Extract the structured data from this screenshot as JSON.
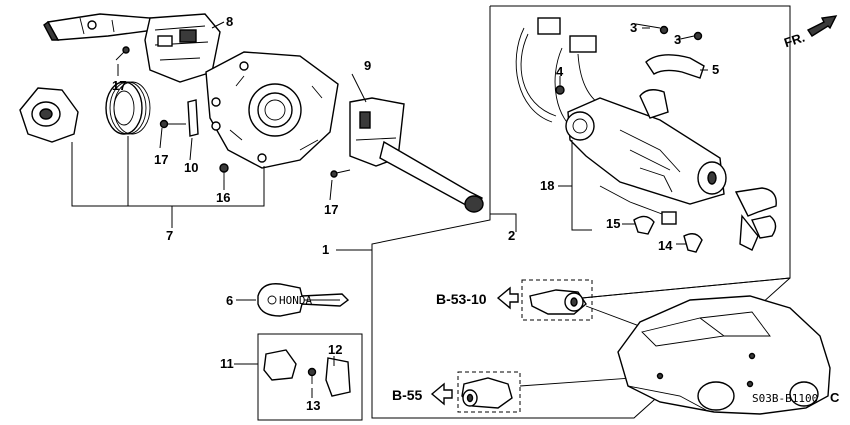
{
  "callouts": {
    "c1": "1",
    "c2": "2",
    "c3a": "3",
    "c3b": "3",
    "c4": "4",
    "c5": "5",
    "c6": "6",
    "c7": "7",
    "c8": "8",
    "c9": "9",
    "c10": "10",
    "c11": "11",
    "c12": "12",
    "c13": "13",
    "c14": "14",
    "c15": "15",
    "c16": "16",
    "c17a": "17",
    "c17b": "17",
    "c17c": "17",
    "c18": "18"
  },
  "refs": {
    "b5310": "B-53-10",
    "b55": "B-55"
  },
  "direction_label": "FR.",
  "diagram_code": "S03B-B1100",
  "revision": "C",
  "key_brand": "HONDA"
}
